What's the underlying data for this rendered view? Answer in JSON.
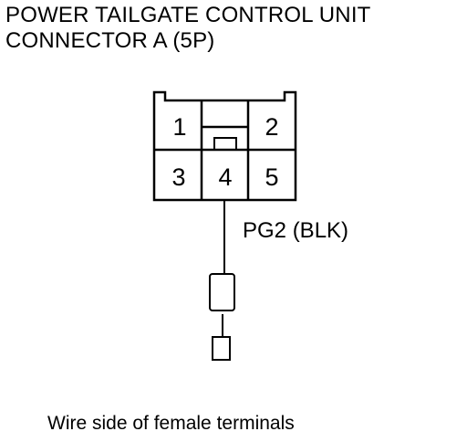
{
  "title": {
    "line1": "POWER TAILGATE CONTROL UNIT",
    "line2": "CONNECTOR A (5P)"
  },
  "connector": {
    "pins": [
      "1",
      "2",
      "3",
      "4",
      "5"
    ]
  },
  "wire_label": "PG2 (BLK)",
  "caption": "Wire side of female terminals"
}
